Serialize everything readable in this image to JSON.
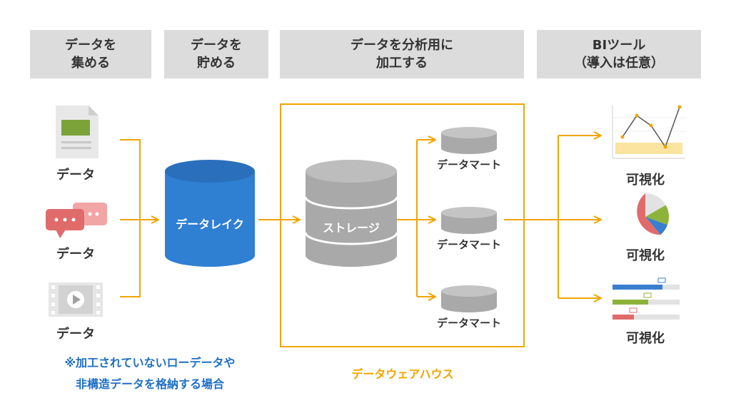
{
  "headers": [
    {
      "line1": "データを",
      "line2": "集める"
    },
    {
      "line1": "データを",
      "line2": "貯める"
    },
    {
      "line1": "データを分析用に",
      "line2": "加工する"
    },
    {
      "line1": "BIツール",
      "line2": "（導入は任意）"
    }
  ],
  "sources": [
    {
      "label": "データ",
      "icon": "document-icon"
    },
    {
      "label": "データ",
      "icon": "chat-icon"
    },
    {
      "label": "データ",
      "icon": "video-icon"
    }
  ],
  "note": {
    "line1": "※加工されていないローデータや",
    "line2": "非構造データを格納する場合"
  },
  "data_lake": {
    "label": "データレイク"
  },
  "warehouse": {
    "title": "データウェアハウス",
    "storage_label": "ストレージ",
    "marts": [
      "データマート",
      "データマート",
      "データマート"
    ]
  },
  "visualizations": [
    {
      "label": "可視化",
      "icon": "line-chart-icon"
    },
    {
      "label": "可視化",
      "icon": "pie-chart-icon"
    },
    {
      "label": "可視化",
      "icon": "bar-chart-icon"
    }
  ],
  "colors": {
    "header_bg": "#dcdcdc",
    "arrow": "#f0a500",
    "lake_blue": "#2f7fd3",
    "storage_gray": "#a9a9a9",
    "note_blue": "#1f6fc4"
  }
}
